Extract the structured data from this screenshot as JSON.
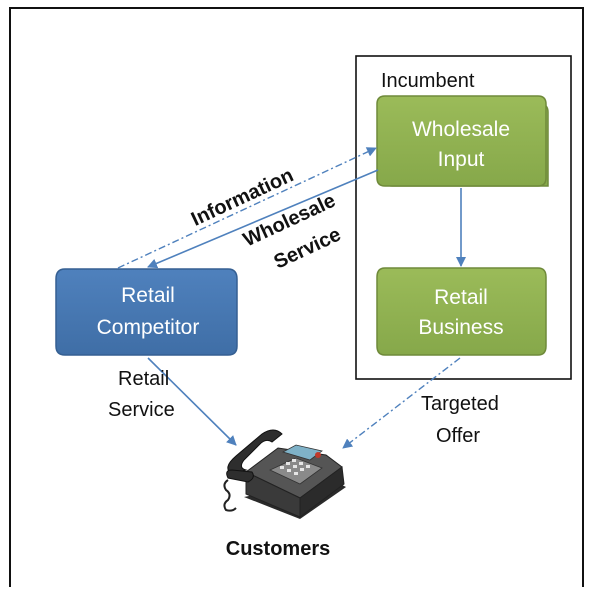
{
  "incumbent": {
    "title": "Incumbent"
  },
  "nodes": {
    "wholesale_input": {
      "line1": "Wholesale",
      "line2": "Input",
      "fill": "#8cac4e",
      "stroke": "#6f8a3a"
    },
    "retail_business": {
      "line1": "Retail",
      "line2": "Business",
      "fill": "#8cac4e",
      "stroke": "#6f8a3a"
    },
    "retail_competitor": {
      "line1": "Retail",
      "line2": "Competitor",
      "fill": "#4a7ebb",
      "stroke": "#355f92"
    },
    "customers": {
      "label": "Customers",
      "icon": "telephone-icon"
    }
  },
  "edges": {
    "information": "Information",
    "wholesale_service": {
      "line1": "Wholesale",
      "line2": "Service"
    },
    "retail_service": {
      "line1": "Retail",
      "line2": "Service"
    },
    "targeted_offer": {
      "line1": "Targeted",
      "line2": "Offer"
    }
  },
  "colors": {
    "arrow": "#4f81bd",
    "text": "#111111"
  }
}
